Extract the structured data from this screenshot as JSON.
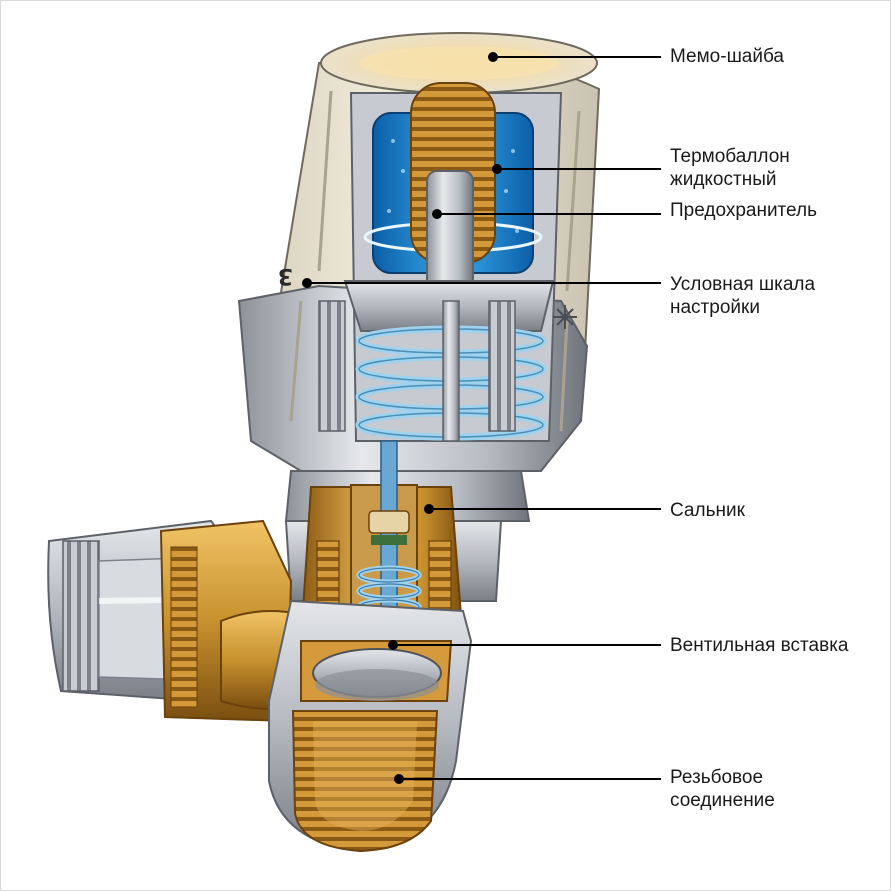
{
  "colors": {
    "background": "#ffffff",
    "leader_line": "#000000",
    "label_text": "#1a1a1a",
    "brass": "#c8912e",
    "brass_dark": "#8a5a14",
    "metal": "#c9ccd2",
    "metal_dark": "#7d828a",
    "fluid_blue": "#2a8fd6",
    "spring_blue": "#9fd2ee",
    "head_cream": "#f3ead6"
  },
  "callouts": [
    {
      "id": "memo",
      "lines": [
        "Мемо-шайба"
      ]
    },
    {
      "id": "bulb",
      "lines": [
        "Термобаллон",
        "жидкостный"
      ]
    },
    {
      "id": "fuse",
      "lines": [
        "Предохранитель"
      ]
    },
    {
      "id": "scale",
      "lines": [
        "Условная шкала",
        "настройки"
      ]
    },
    {
      "id": "gland",
      "lines": [
        "Сальник"
      ]
    },
    {
      "id": "insert",
      "lines": [
        "Вентильная вставка"
      ]
    },
    {
      "id": "thread",
      "lines": [
        "Резьбовое",
        "соединение"
      ]
    }
  ],
  "dial_mark": "3"
}
